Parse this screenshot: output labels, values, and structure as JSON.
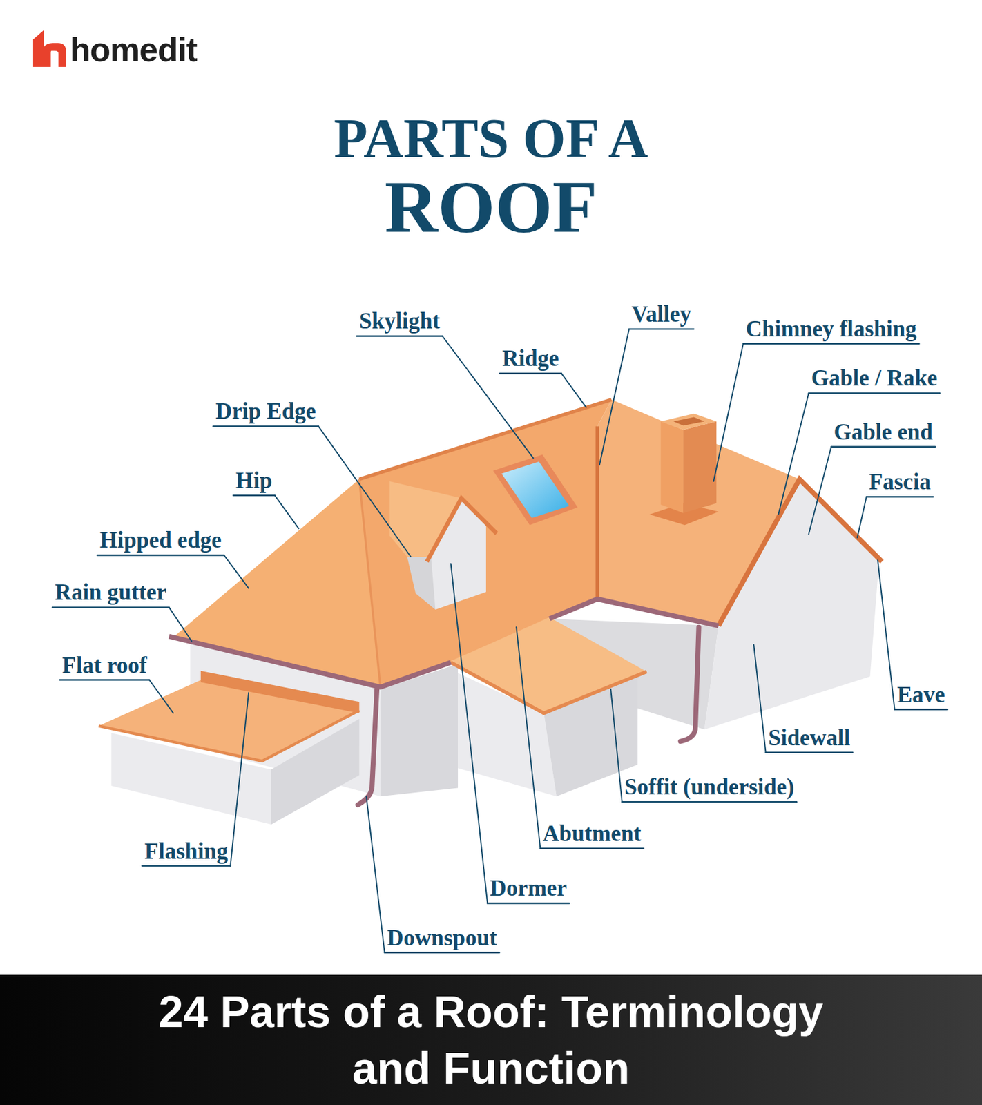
{
  "diagram": {
    "title": "PARTS OF A ROOF",
    "caption": "24 Parts of a Roof: Terminology and Function",
    "labels": [
      "homedit",
      "Skylight",
      "Valley",
      "Chimney flashing",
      "Ridge",
      "Gable / Rake",
      "Drip Edge",
      "Gable end",
      "Hip",
      "Fascia",
      "Hipped edge",
      "Rain gutter",
      "Flat roof",
      "Eave",
      "Sidewall",
      "Soffit (underside)",
      "Abutment",
      "Flashing",
      "Dormer",
      "Downspout"
    ]
  }
}
